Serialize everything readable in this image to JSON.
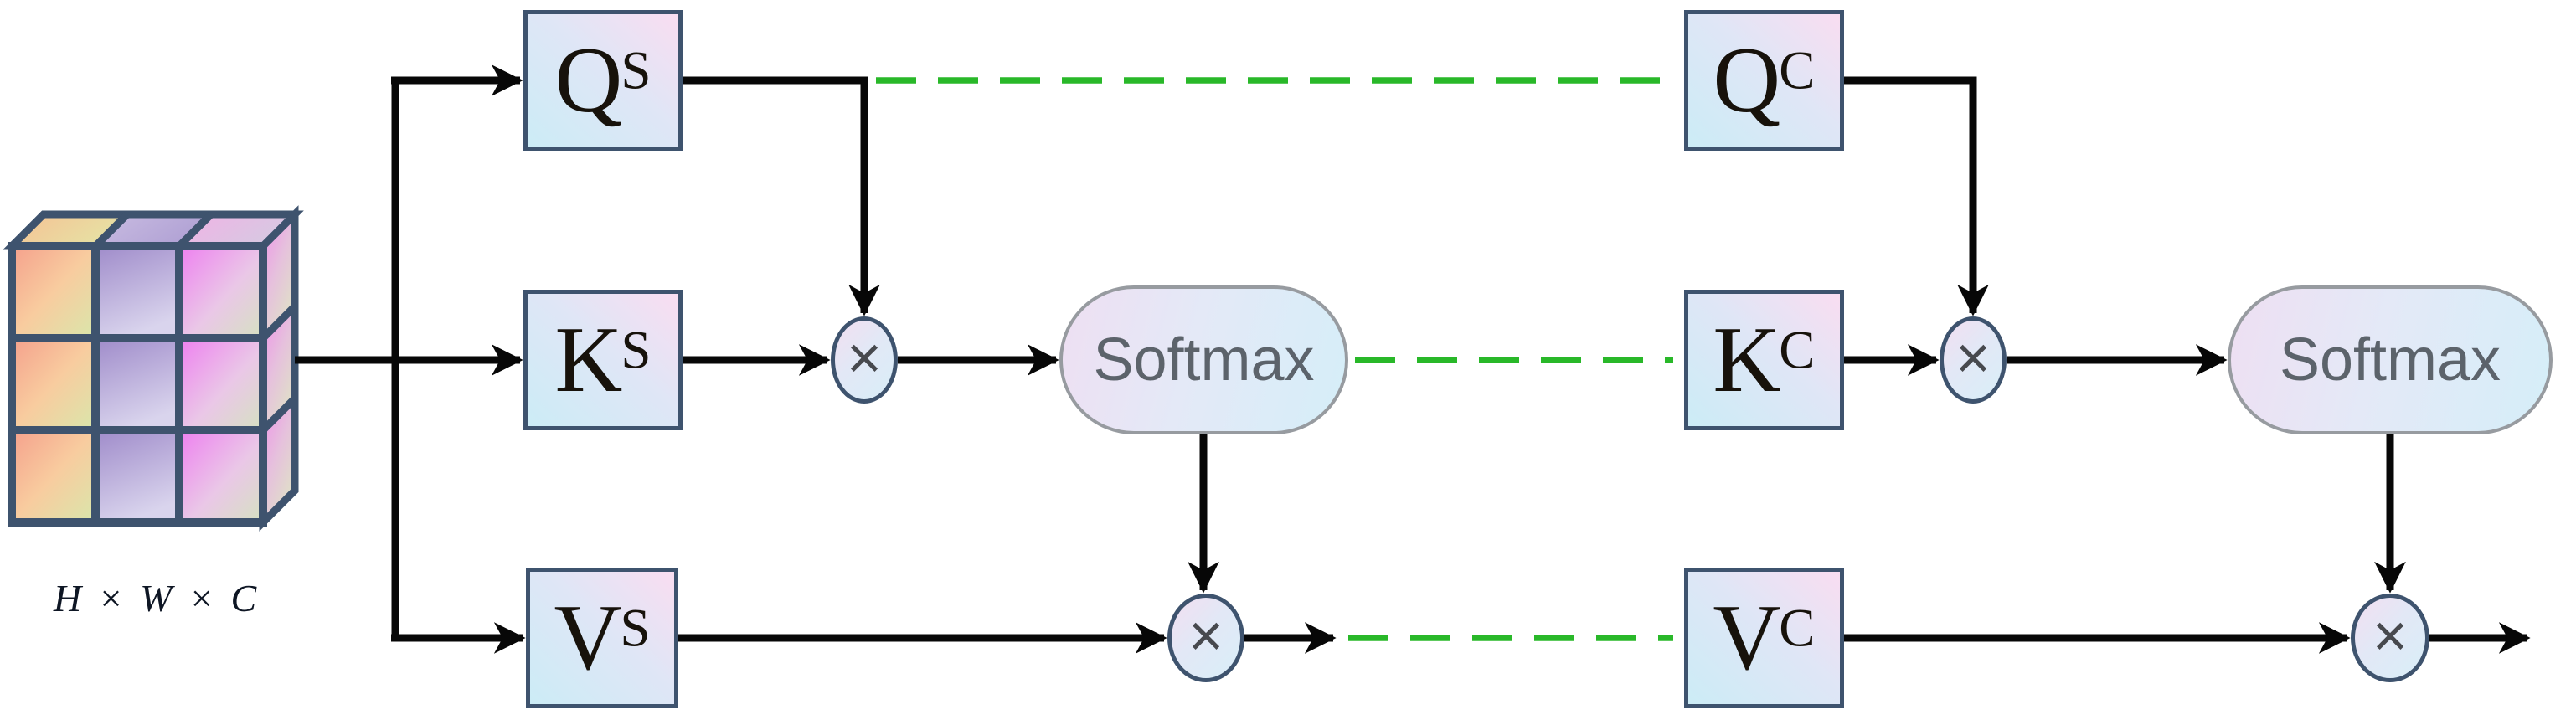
{
  "diagram": {
    "input_tensor": {
      "shape_label": "H × W × C"
    },
    "spatial_branch": {
      "query": {
        "base": "Q",
        "sup": "S"
      },
      "key": {
        "base": "K",
        "sup": "S"
      },
      "value": {
        "base": "V",
        "sup": "S"
      },
      "softmax_label": "Softmax",
      "multiply_symbol": "×"
    },
    "channel_branch": {
      "query": {
        "base": "Q",
        "sup": "C"
      },
      "key": {
        "base": "K",
        "sup": "C"
      },
      "value": {
        "base": "V",
        "sup": "C"
      },
      "softmax_label": "Softmax",
      "multiply_symbol": "×"
    },
    "colors": {
      "arrow_black": "#070707",
      "dashed_green": "#29b829",
      "node_border": "#3e536e",
      "cube_border": "#3e536e",
      "pill_border": "#979ba0",
      "pill_text": "#5c636b",
      "multiply_glyph": "#47494e",
      "cube_col1": "#f5a78e",
      "cube_col2": "#9f8bca",
      "cube_col3": "#ee7ff0"
    }
  }
}
